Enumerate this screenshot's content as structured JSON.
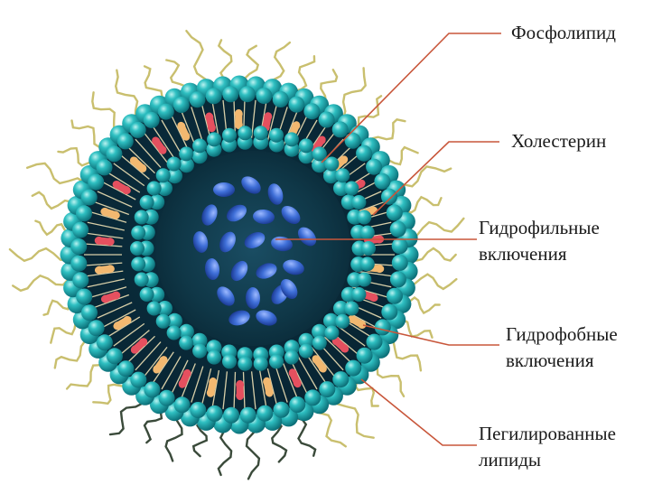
{
  "labels": {
    "phospholipid": "Фосфолипид",
    "cholesterol": "Холестерин",
    "hydrophilic": [
      "Гидрофильные",
      "включения"
    ],
    "hydrophobic": [
      "Гидрофобные",
      "включения"
    ],
    "pegylated": [
      "Пегилированные",
      "липиды"
    ]
  },
  "colors": {
    "leader_line": "#c8563a",
    "lipid_head": "#1fb0b4",
    "lipid_head_dark": "#0f7f86",
    "tail": "#d8cfa8",
    "peg_chain": "#c9bf6e",
    "cholesterol": "#f2b870",
    "hydrophobic_cargo": "#e5505f",
    "hydrophilic_cargo": "#3f6fd8",
    "core": "#0e3a4c"
  }
}
